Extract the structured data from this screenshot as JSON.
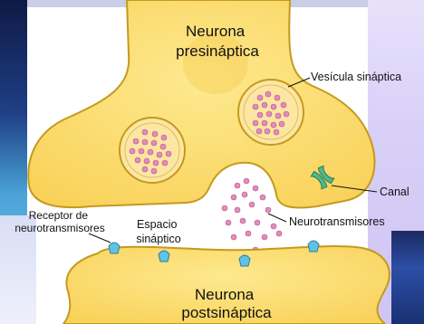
{
  "diagram": {
    "title_presynaptic": [
      "Neurona",
      "presináptica"
    ],
    "title_postsynaptic": [
      "Neurona",
      "postsináptica"
    ],
    "labels": {
      "vesicle": "Vesícula sináptica",
      "channel": "Canal",
      "neurotransmitters": "Neurotransmisores",
      "receptor": [
        "Receptor de",
        "neurotransmisores"
      ],
      "cleft": [
        "Espacio",
        "sináptico"
      ]
    },
    "colors": {
      "membrane_fill": "#fcdc6a",
      "membrane_stroke": "#c49a1e",
      "membrane_inner": "#fde98f",
      "vesicle_fill": "#fce6a3",
      "particle": "#e58bbb",
      "receptor": "#5fc3e4"
    }
  }
}
